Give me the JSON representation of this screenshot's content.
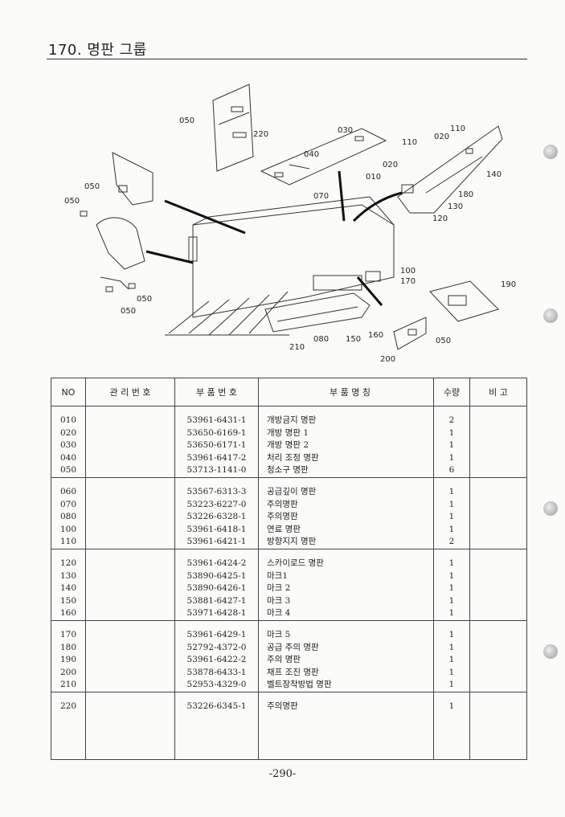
{
  "header": {
    "title": "170. 명판 그룹"
  },
  "diagram": {
    "callouts": [
      "050",
      "220",
      "030",
      "040",
      "070",
      "110",
      "020",
      "110",
      "140",
      "020",
      "010",
      "180",
      "130",
      "120",
      "050",
      "050",
      "050",
      "050",
      "100",
      "170",
      "190",
      "160",
      "150",
      "080",
      "210",
      "050",
      "200"
    ]
  },
  "table": {
    "headers": {
      "no": "NO",
      "mgmt": "관 리 번 호",
      "part_no": "부 품 번 호",
      "name": "부 품 명 칭",
      "qty": "수량",
      "remark": "비 고"
    },
    "groups": [
      {
        "rows": [
          {
            "no": "010",
            "part_no": "53961-6431-1",
            "name": "개방금지 명판",
            "qty": "2"
          },
          {
            "no": "020",
            "part_no": "53650-6169-1",
            "name": "개방 명판 1",
            "qty": "1"
          },
          {
            "no": "030",
            "part_no": "53650-6171-1",
            "name": "개방 명판 2",
            "qty": "1"
          },
          {
            "no": "040",
            "part_no": "53961-6417-2",
            "name": "처리 조정 명판",
            "qty": "1"
          },
          {
            "no": "050",
            "part_no": "53713-1141-0",
            "name": "청소구 명판",
            "qty": "6"
          }
        ]
      },
      {
        "rows": [
          {
            "no": "060",
            "part_no": "53567-6313-3",
            "name": "공급깊이 명판",
            "qty": "1"
          },
          {
            "no": "070",
            "part_no": "53223-6227-0",
            "name": "주의명판",
            "qty": "1"
          },
          {
            "no": "080",
            "part_no": "53226-6328-1",
            "name": "주의명판",
            "qty": "1"
          },
          {
            "no": "100",
            "part_no": "53961-6418-1",
            "name": "연료 명판",
            "qty": "1"
          },
          {
            "no": "110",
            "part_no": "53961-6421-1",
            "name": "방향지지 명판",
            "qty": "2"
          }
        ]
      },
      {
        "rows": [
          {
            "no": "120",
            "part_no": "53961-6424-2",
            "name": "스카이로드 명판",
            "qty": "1"
          },
          {
            "no": "130",
            "part_no": "53890-6425-1",
            "name": "마크1",
            "qty": "1"
          },
          {
            "no": "140",
            "part_no": "53890-6426-1",
            "name": "마크 2",
            "qty": "1"
          },
          {
            "no": "150",
            "part_no": "53881-6427-1",
            "name": "마크 3",
            "qty": "1"
          },
          {
            "no": "160",
            "part_no": "53971-6428-1",
            "name": "마크 4",
            "qty": "1"
          }
        ]
      },
      {
        "rows": [
          {
            "no": "170",
            "part_no": "53961-6429-1",
            "name": "마크 5",
            "qty": "1"
          },
          {
            "no": "180",
            "part_no": "52792-4372-0",
            "name": "공급 주의 명판",
            "qty": "1"
          },
          {
            "no": "190",
            "part_no": "53961-6422-2",
            "name": "주의 명판",
            "qty": "1"
          },
          {
            "no": "200",
            "part_no": "53878-6433-1",
            "name": "채프 조진 명판",
            "qty": "1"
          },
          {
            "no": "210",
            "part_no": "52953-4329-0",
            "name": "벨트장착방법 명판",
            "qty": "1"
          }
        ]
      },
      {
        "rows": [
          {
            "no": "220",
            "part_no": "53226-6345-1",
            "name": "주의명판",
            "qty": "1"
          }
        ]
      }
    ]
  },
  "footer": {
    "page": "-290-"
  }
}
